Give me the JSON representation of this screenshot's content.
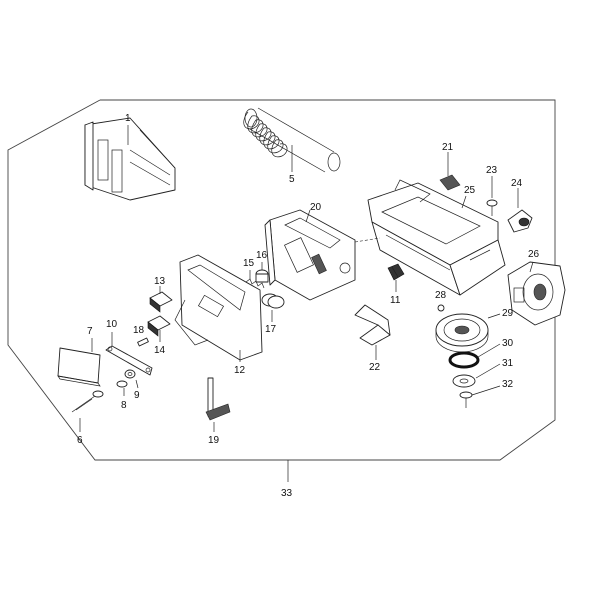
{
  "callouts": {
    "c1": "1",
    "c5": "5",
    "c6": "6",
    "c7": "7",
    "c8": "8",
    "c9": "9",
    "c10": "10",
    "c11": "11",
    "c12": "12",
    "c13": "13",
    "c14": "14",
    "c15": "15",
    "c16": "16",
    "c17": "17",
    "c18": "18",
    "c19": "19",
    "c20": "20",
    "c21": "21",
    "c22": "22",
    "c23": "23",
    "c24": "24",
    "c25": "25",
    "c26": "26",
    "c28": "28",
    "c29": "29",
    "c30": "30",
    "c31": "31",
    "c32": "32",
    "c33": "33"
  }
}
